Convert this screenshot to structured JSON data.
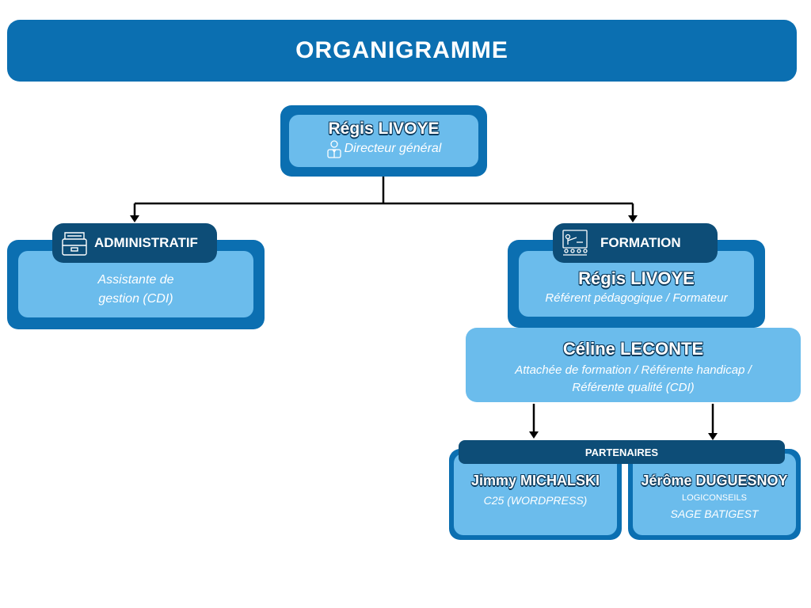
{
  "title": "ORGANIGRAMME",
  "director": {
    "name": "Régis LIVOYE",
    "role": "Directeur général"
  },
  "admin": {
    "label": "ADMINISTRATIF",
    "role_line1": "Assistante de",
    "role_line2": "gestion (CDI)"
  },
  "formation": {
    "label": "FORMATION",
    "name": "Régis LIVOYE",
    "role": "Référent pédagogique / Formateur"
  },
  "attachee": {
    "name": "Céline LECONTE",
    "role_line1": "Attachée de formation / Référente handicap /",
    "role_line2": "Référente qualité (CDI)"
  },
  "partners": {
    "label": "PARTENAIRES",
    "items": [
      {
        "name": "Jimmy MICHALSKI",
        "company": "",
        "role": "C25 (WORDPRESS)"
      },
      {
        "name": "Jérôme DUGUESNOY",
        "company": "LOGICONSEILS",
        "role": "SAGE BATIGEST"
      }
    ]
  },
  "colors": {
    "primary": "#0b6fb1",
    "light": "#6bbcec",
    "dark": "#0d4d77"
  },
  "icons": {
    "director": "manager-icon",
    "admin": "filing-cabinet-icon",
    "formation": "classroom-icon"
  }
}
